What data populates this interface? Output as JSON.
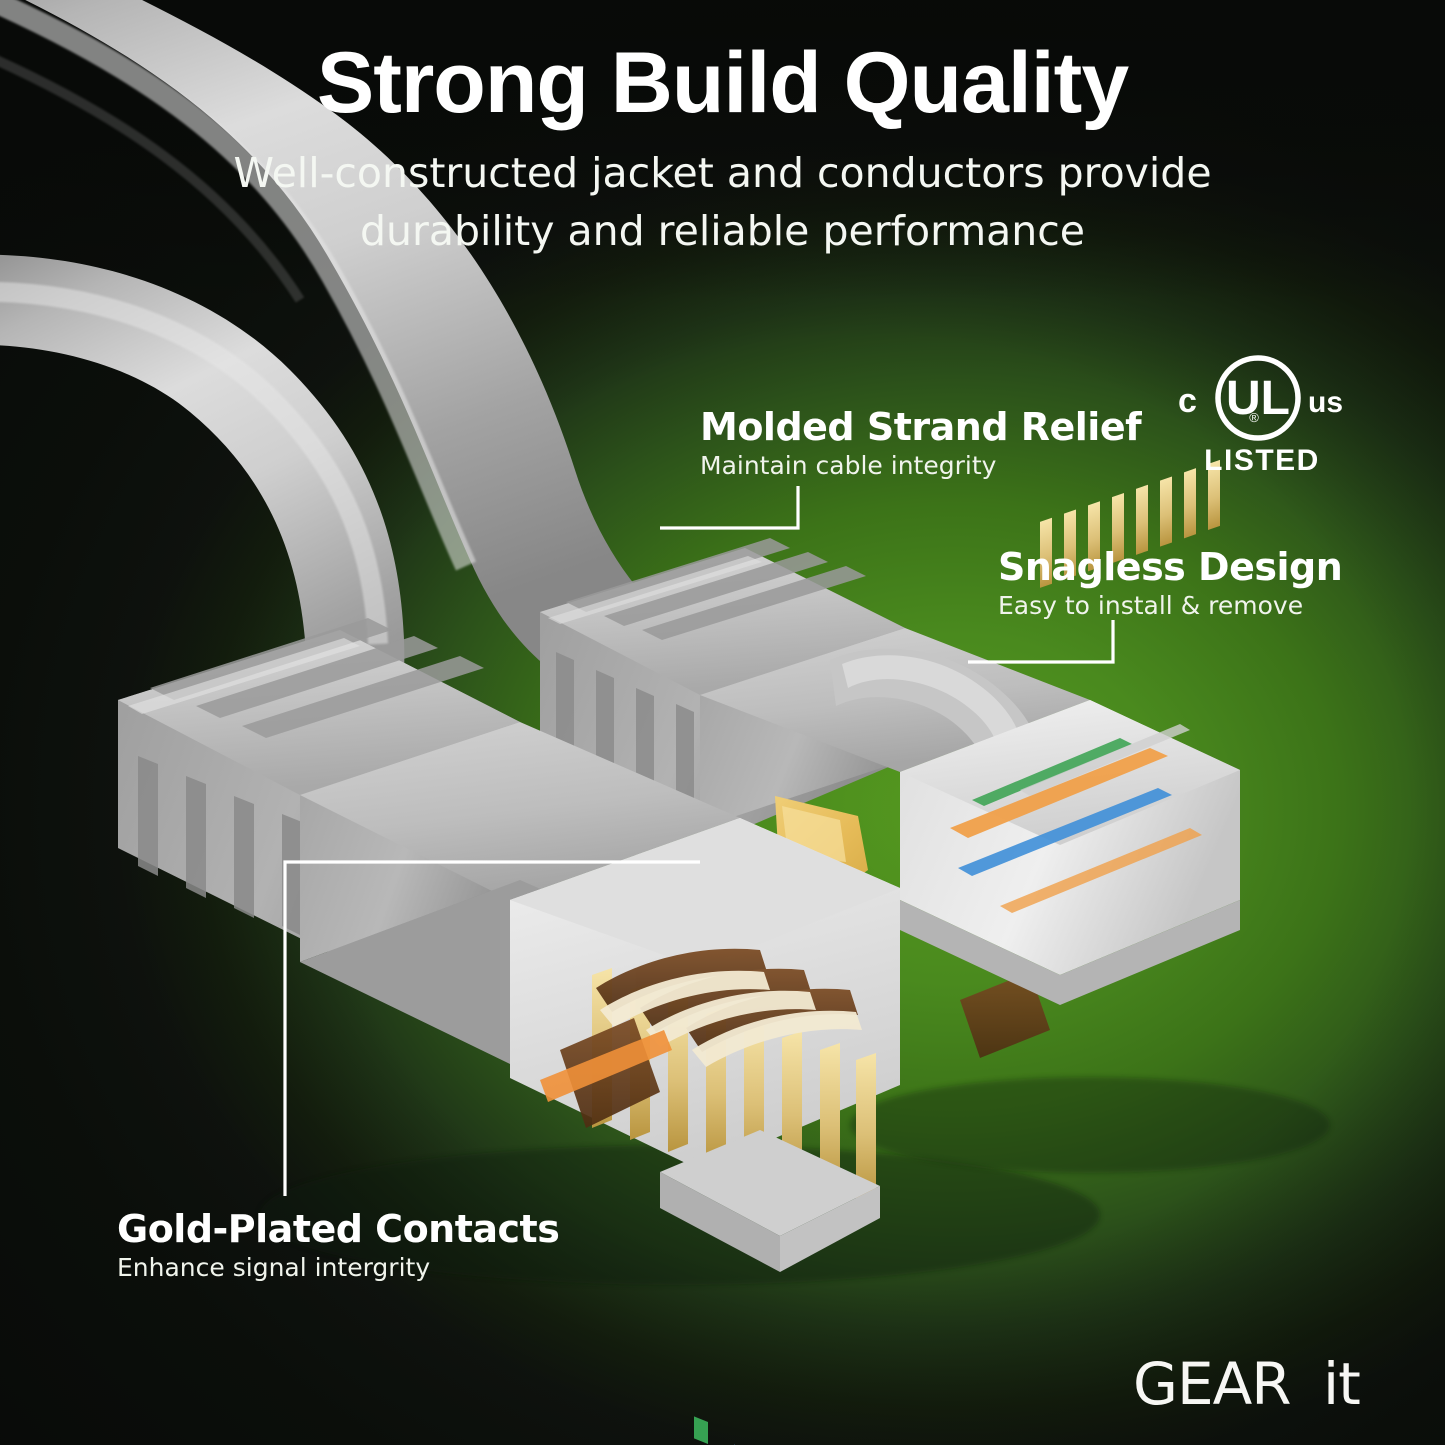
{
  "header": {
    "headline": "Strong Build Quality",
    "subheadline_line1": "Well-constructed jacket and conductors provide",
    "subheadline_line2": "durability and reliable performance"
  },
  "callouts": [
    {
      "id": "molded-strand-relief",
      "title": "Molded Strand Relief",
      "subtitle": "Maintain cable integrity"
    },
    {
      "id": "snagless-design",
      "title": "Snagless Design",
      "subtitle": "Easy to install & remove"
    },
    {
      "id": "gold-plated-contacts",
      "title": "Gold-Plated Contacts",
      "subtitle": "Enhance signal intergrity"
    }
  ],
  "certification": {
    "name": "cULus-listed-mark",
    "prefix": "c",
    "mark": "UL",
    "registered": "®",
    "suffix": "us",
    "status": "LISTED"
  },
  "brand": {
    "name": "GEARit",
    "part_upper": "GEAR",
    "part_lower": "it"
  },
  "product": {
    "name": "cat6-ethernet-patch-cable",
    "jacket_color": "#b9b9b9",
    "contact_color": "#c9a227",
    "wire_colors": [
      "#f08a2c",
      "#2fa84f",
      "#2f6fd0",
      "#6b4423"
    ]
  },
  "colors": {
    "background_green": "#4a8a1e",
    "background_dark": "#121212",
    "text_primary": "#ffffff",
    "text_secondary": "#f0f4ec",
    "leader_line": "#ffffff"
  }
}
